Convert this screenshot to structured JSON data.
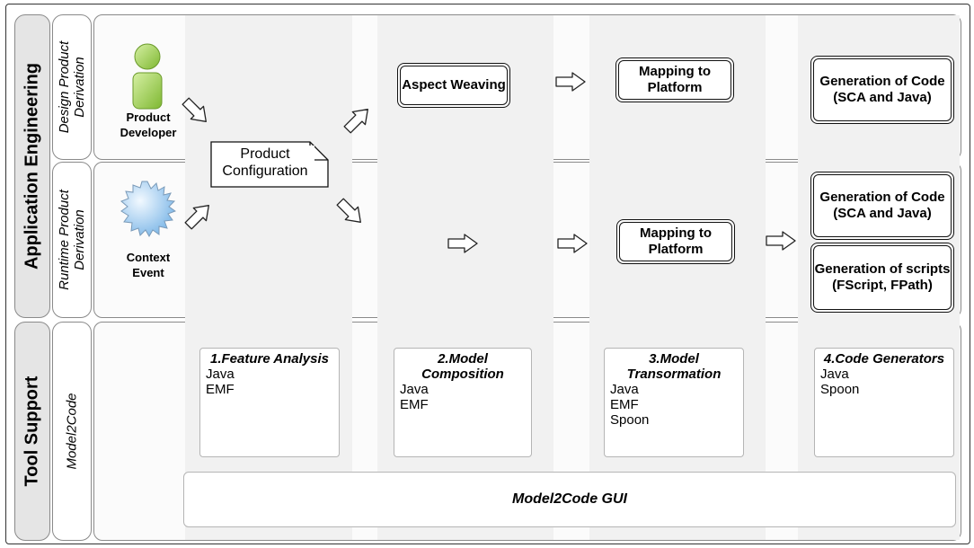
{
  "sections": {
    "application": "Application Engineering",
    "tools": "Tool Support"
  },
  "rows": {
    "design": "Design Product Derivation",
    "runtime": "Runtime Product Derivation",
    "model2code": "Model2Code"
  },
  "actors": {
    "developer": "Product Developer",
    "context": "Context Event"
  },
  "note": "Product Configuration",
  "design_steps": {
    "weaving": "Aspect Weaving",
    "mapping": "Mapping to Platform",
    "generation": "Generation of Code (SCA and Java)"
  },
  "runtime_steps": {
    "mapping": "Mapping to Platform",
    "generation_code": "Generation of Code (SCA and Java)",
    "generation_scripts": "Generation of scripts (FScript, FPath)"
  },
  "tools": [
    {
      "title": "1.Feature Analysis",
      "items": [
        "Java",
        "EMF"
      ]
    },
    {
      "title": "2.Model Composition",
      "items": [
        "Java",
        "EMF"
      ]
    },
    {
      "title": "3.Model Transormation",
      "items": [
        "Java",
        "EMF",
        "Spoon"
      ]
    },
    {
      "title": "4.Code Generators",
      "items": [
        "Java",
        "Spoon"
      ]
    }
  ],
  "gui": "Model2Code GUI",
  "colors": {
    "developer_fill": "#9ccc4a",
    "context_fill": "#a8d4f2",
    "panel_gray": "#e5e5e5",
    "column_gray": "#f1f1f1"
  }
}
